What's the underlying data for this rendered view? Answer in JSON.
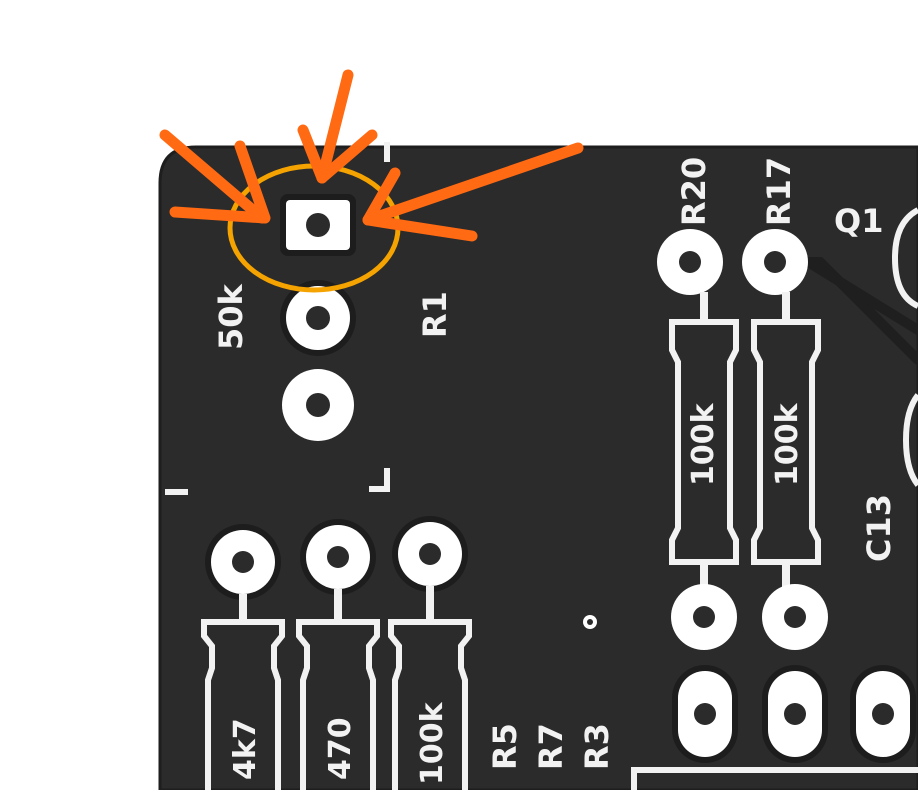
{
  "colors": {
    "board": "#2b2b2b",
    "board_edge": "#1e1e1e",
    "silkscreen": "#f2f2f2",
    "pad": "#ffffff",
    "highlight_circle": "#f5a300",
    "arrow": "#ff6a13"
  },
  "labels": {
    "pot_value": "50k",
    "pot_ref": "R1",
    "r20_ref": "R20",
    "r17_ref": "R17",
    "q1_ref": "Q1",
    "r20_value": "100k",
    "r17_value": "100k",
    "c13_ref": "C13",
    "r5_value": "4k7",
    "r7_value": "470",
    "r3_value": "100k",
    "r5_ref": "R5",
    "r7_ref": "R7",
    "r3_ref": "R3"
  },
  "icons": {
    "arrow": "arrow-icon",
    "pad": "pad-icon"
  }
}
